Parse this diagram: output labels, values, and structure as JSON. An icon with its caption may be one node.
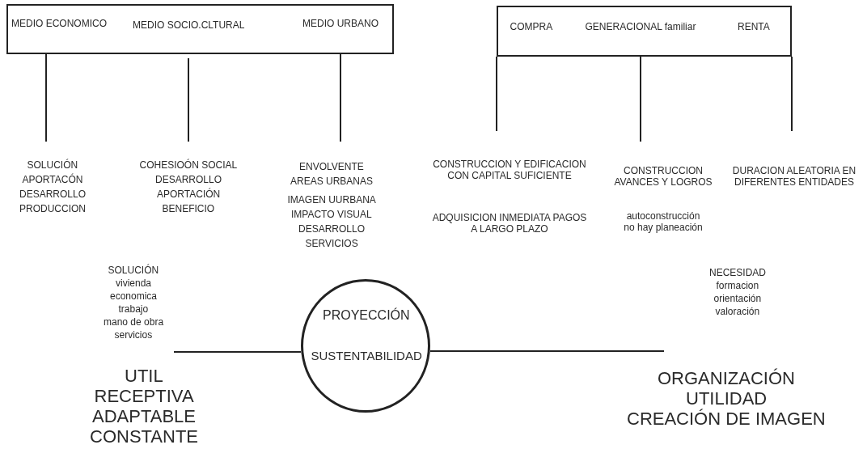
{
  "diagram": {
    "nodes": [
      {
        "text": [
          "MEDIO ECONOMICO",
          "MEDIO SOCIO.CLTURAL",
          "MEDIO URBANO"
        ]
      },
      {
        "text": [
          "SOLUCIÓN",
          "APORTACÓN",
          "DESARROLLO",
          "PRODUCCION"
        ]
      },
      {
        "text": [
          "COHESIOÓN SOCIAL",
          "DESARROLLO",
          "APORTACIÓN",
          "BENEFICIO"
        ]
      },
      {
        "text": [
          "ENVOLVENTE",
          "AREAS URBANAS",
          "IMAGEN UURBANA",
          "IMPACTO VISUAL",
          "DESARROLLO",
          "SERVICIOS"
        ]
      },
      {
        "text": [
          "COMPRA",
          "GENERACIONAL familiar",
          "RENTA"
        ]
      },
      {
        "text": [
          "CONSTRUCCION Y EDIFICACION CON CAPITAL SUFICIENTE",
          "ADQUISICION INMEDIATA PAGOS A LARGO PLAZO"
        ]
      },
      {
        "text": [
          "CONSTRUCCION AVANCES Y LOGROS",
          "autoconstrucción no hay planeación"
        ]
      },
      {
        "text": [
          "DURACION ALEATORIA EN DIFERENTES ENTIDADES"
        ]
      },
      {
        "text": [
          "PROYECCIÓN",
          "SUSTENTABILIDAD"
        ]
      }
    ],
    "edges": [
      {
        "from": 0,
        "to": 1,
        "arrow": "none"
      },
      {
        "from": 0,
        "to": 2,
        "arrow": "none"
      },
      {
        "from": 0,
        "to": 3,
        "arrow": "none"
      },
      {
        "from": 4,
        "to": 5,
        "arrow": "none"
      },
      {
        "from": 4,
        "to": 6,
        "arrow": "none"
      },
      {
        "from": 4,
        "to": 7,
        "arrow": "none"
      },
      {
        "from": 8,
        "to": null,
        "arrow": "none"
      },
      {
        "from": 8,
        "to": null,
        "arrow": "none"
      }
    ],
    "labels": [
      "SOLUCIÓN",
      "vivienda",
      "economica",
      "trabajo",
      "mano de obra",
      "servicios",
      "UTIL",
      "RECEPTIVA",
      "ADAPTABLE",
      "CONSTANTE",
      "NECESIDAD",
      "formacion",
      "orientación",
      "valoración",
      "ORGANIZACIÓN",
      "UTILIDAD",
      "CREACIÓN DE IMAGEN"
    ]
  }
}
